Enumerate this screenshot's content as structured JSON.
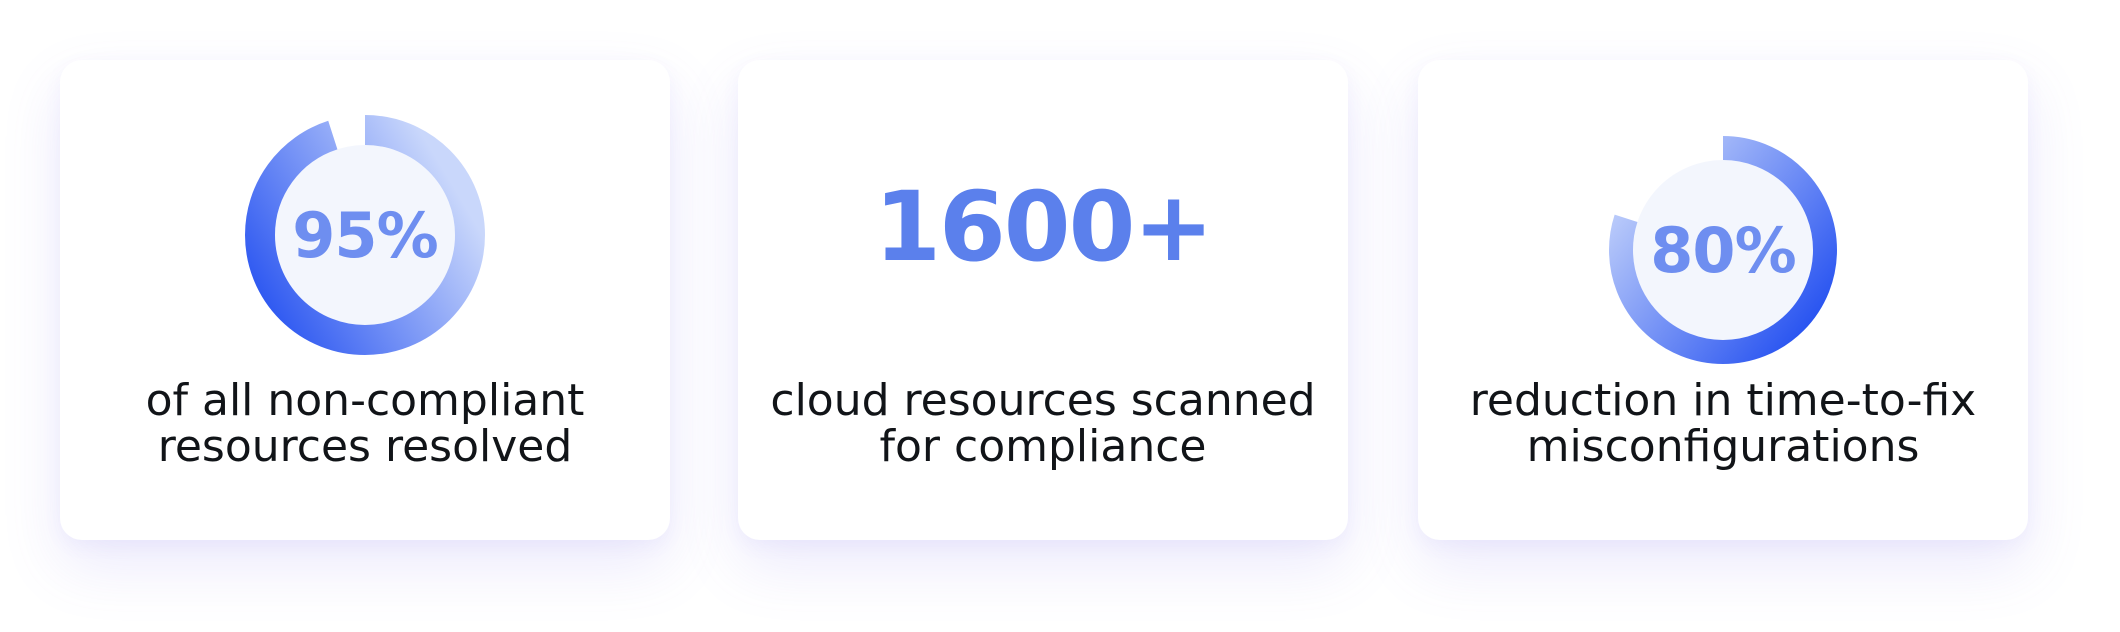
{
  "stats": [
    {
      "value": "95%",
      "progress": 0.95,
      "caption_line1": "of all non-compliant",
      "caption_line2": "resources resolved"
    },
    {
      "value": "1600+",
      "caption_line1": "cloud resources scanned",
      "caption_line2": "for compliance"
    },
    {
      "value": "80%",
      "progress": 0.8,
      "caption_line1": "reduction in time-to-fix",
      "caption_line2": "misconfigurations"
    }
  ],
  "colors": {
    "ring_start": "#1f4cf0",
    "ring_end": "#c9d7fb",
    "inner_fill": "#f3f6fd",
    "number": "#5b80ec",
    "caption": "#111418"
  }
}
